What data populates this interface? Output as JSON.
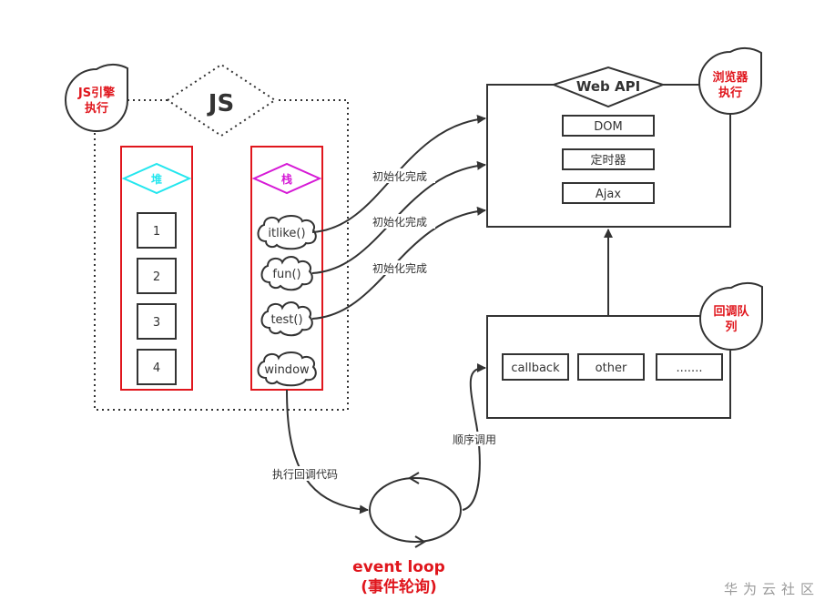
{
  "js_engine": {
    "title": "JS",
    "badge_line1": "JS引擎",
    "badge_line2": "执行",
    "heap": {
      "label": "堆",
      "items": [
        "1",
        "2",
        "3",
        "4"
      ]
    },
    "stack": {
      "label": "栈",
      "items": [
        "itlike()",
        "fun()",
        "test()",
        "window"
      ]
    }
  },
  "web_api": {
    "title": "Web API",
    "badge_line1": "浏览器",
    "badge_line2": "执行",
    "items": [
      "DOM",
      "定时器",
      "Ajax"
    ]
  },
  "callback_queue": {
    "badge_line1": "回调队",
    "badge_line2": "列",
    "items": [
      "callback",
      "other",
      "......."
    ]
  },
  "edges": {
    "init_done": [
      "初始化完成",
      "初始化完成",
      "初始化完成"
    ],
    "exec_callback": "执行回调代码",
    "sequential_call": "顺序调用"
  },
  "event_loop": {
    "line1": "event loop",
    "line2": "(事件轮询)"
  },
  "watermark": "华为云社区",
  "colors": {
    "stroke": "#333333",
    "red": "#e0161d",
    "heap": "#24e6ee",
    "stack": "#d61ad6"
  }
}
